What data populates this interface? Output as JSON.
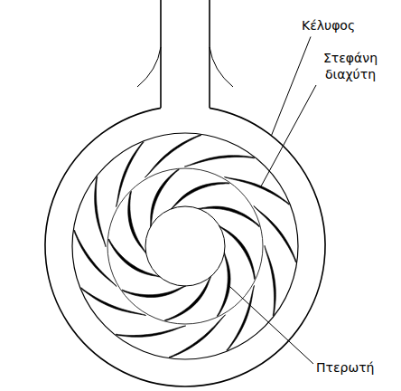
{
  "diagram": {
    "labels": [
      "Κέλυφος",
      "Στεφάνη διαχύτη",
      "Πτερωτή"
    ]
  }
}
